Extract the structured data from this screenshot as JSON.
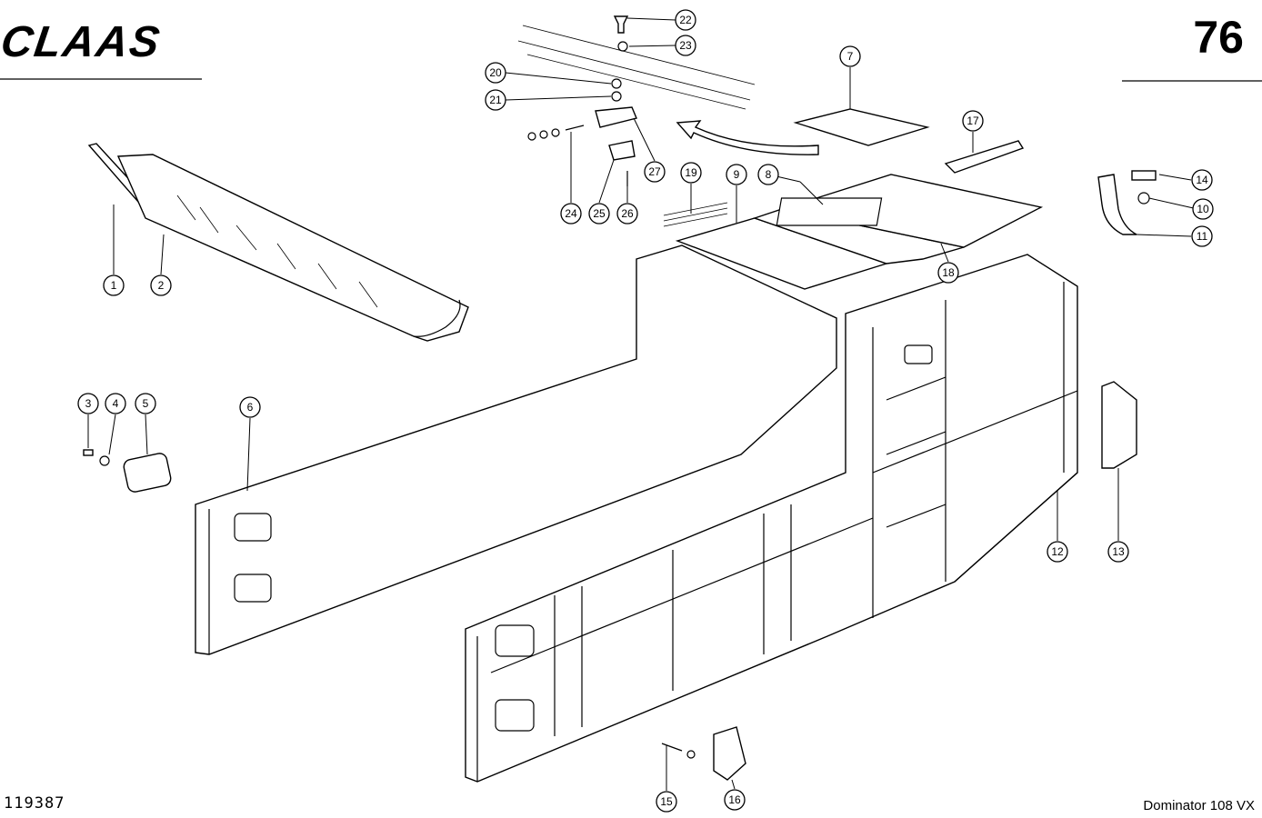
{
  "header": {
    "brand": "CLAAS",
    "page_number": "76"
  },
  "footer": {
    "drawing_number": "119387",
    "model": "Dominator 108 VX"
  },
  "callouts": [
    "1",
    "2",
    "3",
    "4",
    "5",
    "6",
    "7",
    "8",
    "9",
    "10",
    "11",
    "12",
    "13",
    "14",
    "15",
    "16",
    "17",
    "18",
    "19",
    "20",
    "21",
    "22",
    "23",
    "24",
    "25",
    "26",
    "27"
  ]
}
